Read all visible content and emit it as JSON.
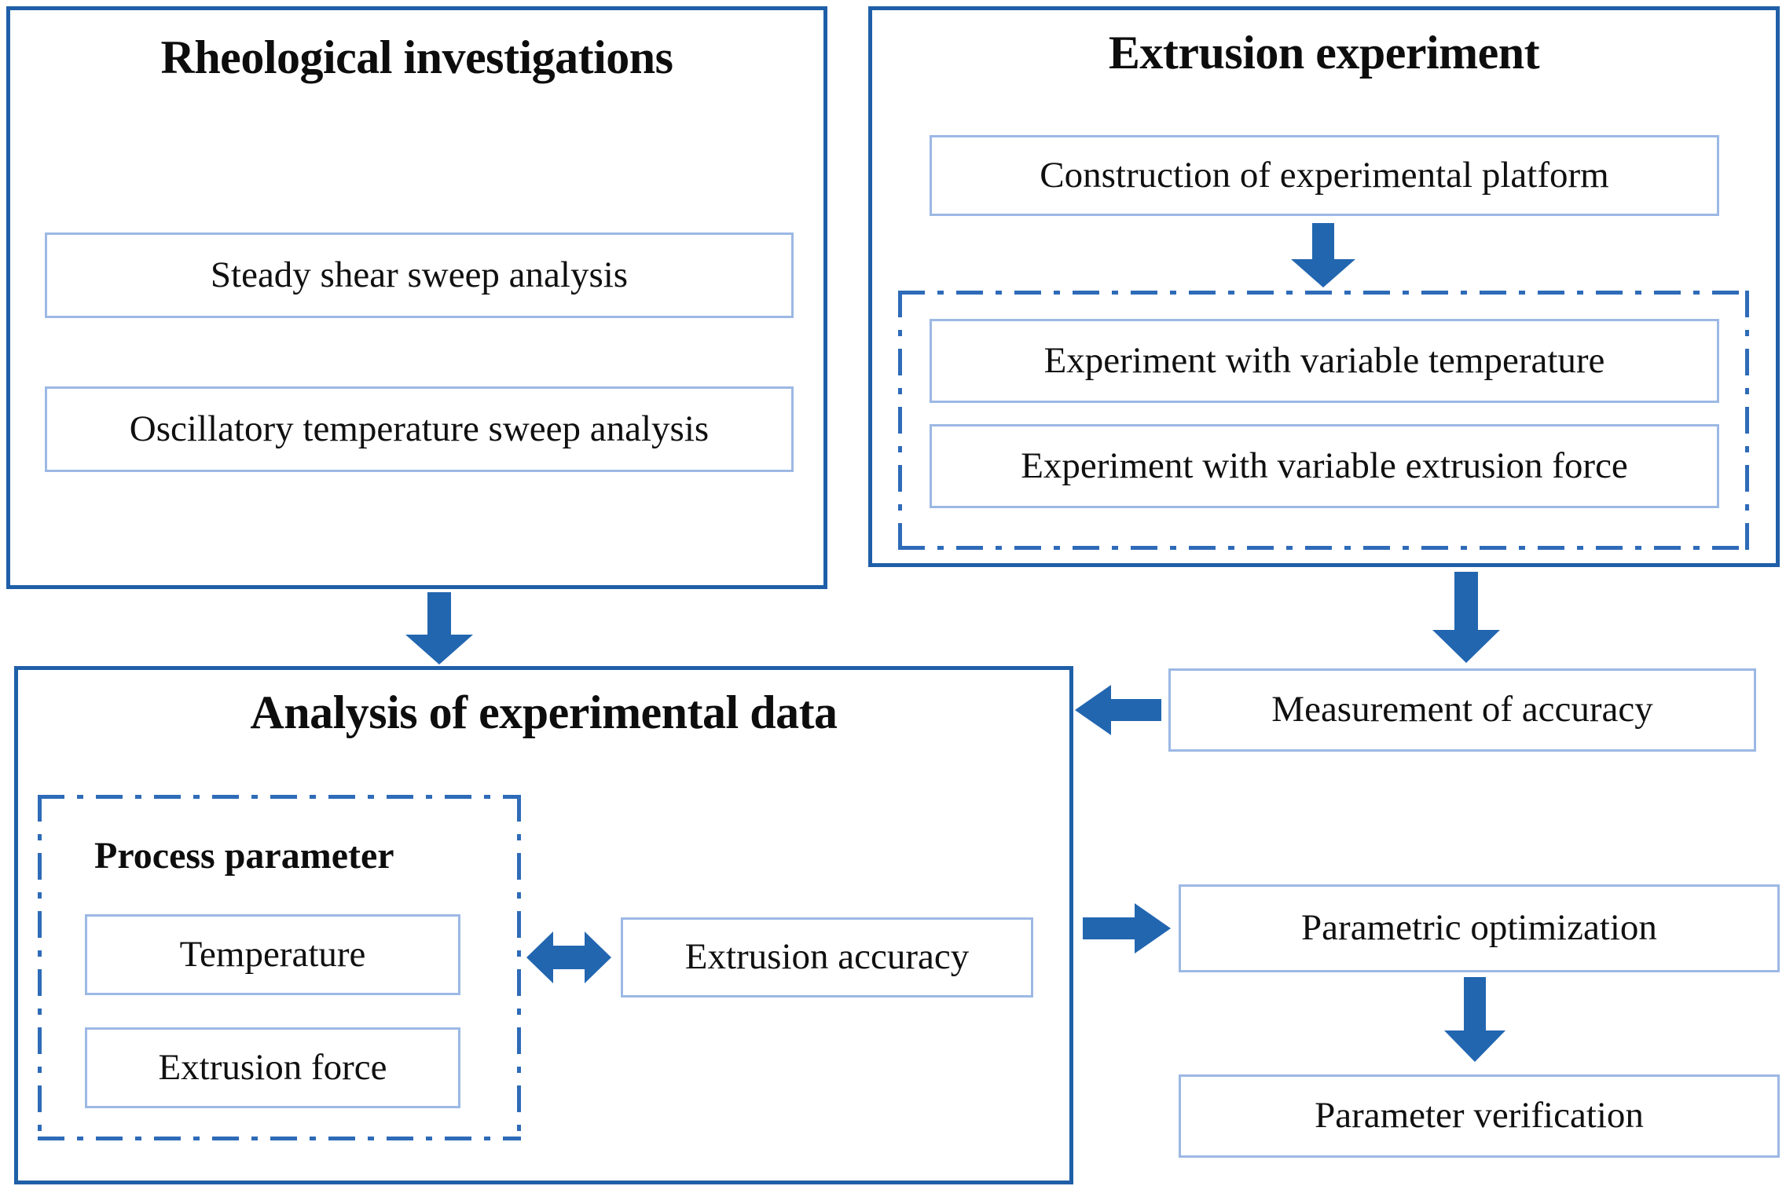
{
  "colors": {
    "panel_border": "#1F5FA8",
    "box_border": "#9CB8E4",
    "dashdot_border": "#2E6BB8",
    "arrow_fill": "#2266B0",
    "text": "#101010",
    "background": "#FFFFFF"
  },
  "panels": {
    "rheological": {
      "title": "Rheological investigations",
      "boxes": [
        {
          "label": "Steady shear sweep analysis"
        },
        {
          "label": "Oscillatory temperature sweep analysis"
        }
      ]
    },
    "extrusion": {
      "title": "Extrusion experiment",
      "boxes": [
        {
          "label": "Construction of experimental platform"
        }
      ],
      "group": {
        "boxes": [
          {
            "label": "Experiment with variable temperature"
          },
          {
            "label": "Experiment with variable extrusion force"
          }
        ]
      }
    },
    "analysis": {
      "title": "Analysis of experimental data",
      "group": {
        "label": "Process parameter",
        "boxes": [
          {
            "label": "Temperature"
          },
          {
            "label": "Extrusion force"
          }
        ]
      },
      "boxes": [
        {
          "label": "Extrusion accuracy"
        }
      ]
    }
  },
  "right_column": {
    "boxes": [
      {
        "label": "Measurement of accuracy"
      },
      {
        "label": "Parametric optimization"
      },
      {
        "label": "Parameter verification"
      }
    ]
  },
  "arrows": [
    {
      "name": "arrow-rheological-to-analysis",
      "direction": "down"
    },
    {
      "name": "arrow-construction-to-experiments",
      "direction": "down"
    },
    {
      "name": "arrow-extrusion-to-measurement",
      "direction": "down"
    },
    {
      "name": "arrow-measurement-to-analysis",
      "direction": "left"
    },
    {
      "name": "arrow-process-parameter-to-accuracy",
      "direction": "both"
    },
    {
      "name": "arrow-analysis-to-optimization",
      "direction": "right"
    },
    {
      "name": "arrow-optimization-to-verification",
      "direction": "down"
    }
  ]
}
